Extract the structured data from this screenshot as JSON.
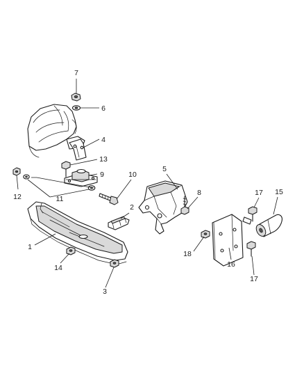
{
  "callouts": [
    {
      "id": "c1",
      "label": "1"
    },
    {
      "id": "c2",
      "label": "2"
    },
    {
      "id": "c3",
      "label": "3"
    },
    {
      "id": "c4",
      "label": "4"
    },
    {
      "id": "c5",
      "label": "5"
    },
    {
      "id": "c6",
      "label": "6"
    },
    {
      "id": "c7",
      "label": "7"
    },
    {
      "id": "c8",
      "label": "8"
    },
    {
      "id": "c9",
      "label": "9"
    },
    {
      "id": "c10",
      "label": "10"
    },
    {
      "id": "c11",
      "label": "11"
    },
    {
      "id": "c12",
      "label": "12"
    },
    {
      "id": "c13",
      "label": "13"
    },
    {
      "id": "c14",
      "label": "14"
    },
    {
      "id": "c15",
      "label": "15"
    },
    {
      "id": "c16",
      "label": "16"
    },
    {
      "id": "c17a",
      "label": "17"
    },
    {
      "id": "c17b",
      "label": "17"
    },
    {
      "id": "c18",
      "label": "18"
    }
  ]
}
